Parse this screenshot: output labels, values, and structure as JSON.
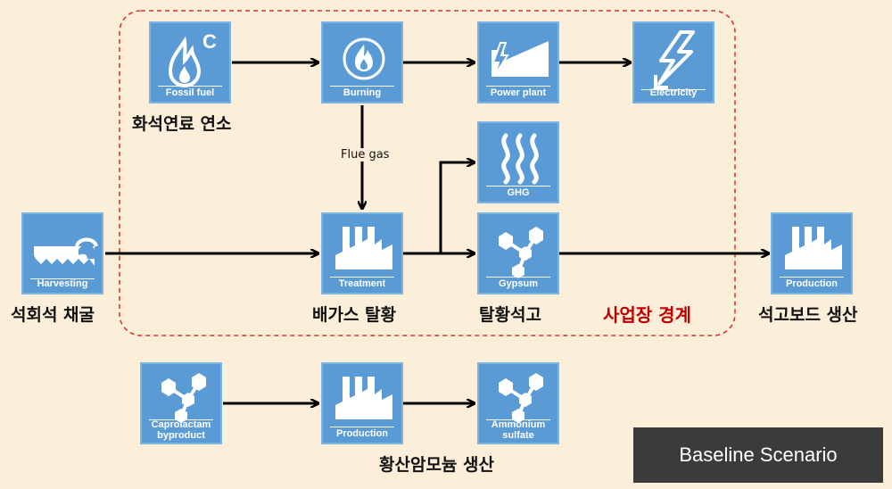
{
  "nodes": {
    "fossil_fuel": {
      "label": "Fossil fuel",
      "icon": "flame-celsius-icon"
    },
    "burning": {
      "label": "Burning",
      "icon": "fire-icon"
    },
    "power_plant": {
      "label": "Power plant",
      "icon": "power-plant-icon"
    },
    "electricity": {
      "label": "Electricity",
      "icon": "lightning-bolt-icon"
    },
    "ghg": {
      "label": "GHG",
      "icon": "heat-waves-icon"
    },
    "harvesting": {
      "label": "Harvesting",
      "icon": "saw-icon"
    },
    "treatment": {
      "label": "Treatment",
      "icon": "factory-icon"
    },
    "gypsum": {
      "label": "Gypsum",
      "icon": "molecule-icon"
    },
    "production_main": {
      "label": "Production",
      "icon": "factory-icon"
    },
    "caprolactam": {
      "label": "Caprolactam byproduct",
      "label_line1": "Caprolactam",
      "label_line2": "byproduct",
      "icon": "molecule-icon"
    },
    "production_as": {
      "label": "Production",
      "icon": "factory-icon"
    },
    "ammonium_sulfate": {
      "label": "Ammonium sulfate",
      "label_line1": "Ammonium",
      "label_line2": "sulfate",
      "icon": "molecule-icon"
    }
  },
  "captions": {
    "fossil_combustion": "화석연료 연소",
    "limestone_mining": "석회석 채굴",
    "flue_gas_desulf": "배가스 탈황",
    "desulf_gypsum": "탈황석고",
    "gypsum_board": "석고보드 생산",
    "ammonium_sulfate_prod": "황산암모늄 생산"
  },
  "flue_gas_label": "Flue gas",
  "boundary_label": "사업장 경계",
  "scenario_label": "Baseline Scenario",
  "colors": {
    "background": "#fcefd9",
    "box_fill": "#5b9bd5",
    "boundary": "#e03030",
    "boundary_text": "#c00000",
    "arrow": "#000000",
    "scenario_bg": "#3b3b3b"
  }
}
